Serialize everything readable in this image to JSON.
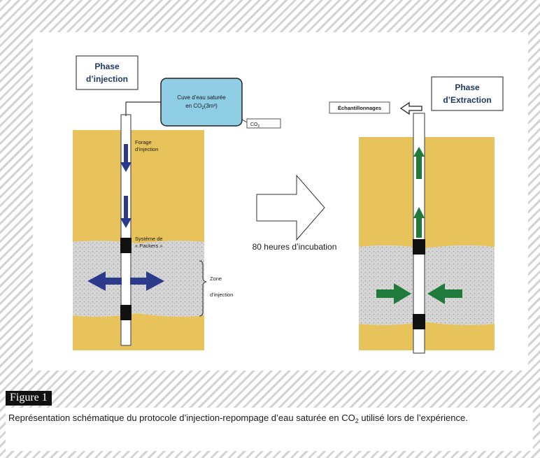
{
  "figure": {
    "label": "Figure 1",
    "caption_part1": "Représentation schématique du protocole d’injection-repompage d’eau saturée en CO",
    "caption_sub": "2",
    "caption_part2": " utilisé lors de l’expérience."
  },
  "diagram": {
    "left_title_line1": "Phase",
    "left_title_line2": "d’injection",
    "tank_label_line1": "Cuve d’eau saturée",
    "tank_label_line2": "en CO",
    "tank_label_sub": "2",
    "tank_label_line2_end": "(3m³)",
    "co2_tag": "CO",
    "co2_tag_sub": "2",
    "forage_label_line1": "Forage",
    "forage_label_line2": "d’injection",
    "packers_label_line1": "Système de",
    "packers_label_line2": "« Packers »",
    "zone_label_line1": "Zone",
    "zone_label_line2": "d’injection",
    "incubation_label": "80 heures d’incubation",
    "right_title_line1": "Phase",
    "right_title_line2": "d’Extraction",
    "sampling_label": "Échantillonnages"
  },
  "colors": {
    "sand": "#e8c25a",
    "gravel": "#d6d6d6",
    "blue_arrow": "#2c3a8c",
    "green_arrow": "#1f7a3c",
    "title_blue": "#1f3864",
    "tank_fill": "#8ecde4"
  }
}
